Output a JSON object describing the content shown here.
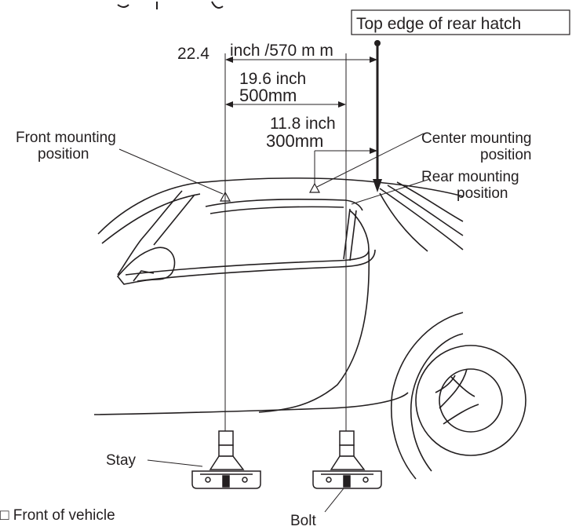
{
  "labels": {
    "hatch_box": "Top edge of rear hatch",
    "dim_570_a": "22.4",
    "dim_570_b": "inch /570 m m",
    "dim_500_a": "19.6 inch",
    "dim_500_b": "500mm",
    "dim_300_a": "11.8 inch",
    "dim_300_b": "300mm",
    "front_mount_1": "Front mounting",
    "front_mount_2": "position",
    "center_mount_1": "Center mounting",
    "center_mount_2": "position",
    "rear_mount_1": "Rear mounting",
    "rear_mount_2": "position",
    "stay": "Stay",
    "bolt": "Bolt",
    "front_vehicle": "□ Front of vehicle"
  },
  "colors": {
    "ink": "#231f20",
    "background": "#ffffff"
  }
}
